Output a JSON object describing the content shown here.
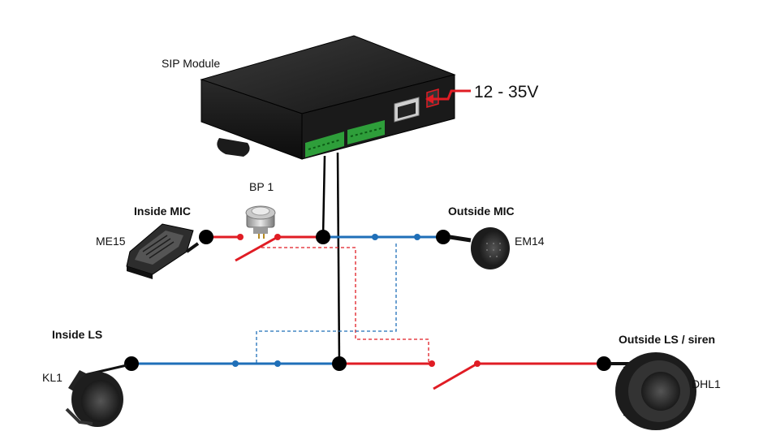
{
  "module": {
    "title": "SIP Module"
  },
  "power": {
    "label": "12 - 35V"
  },
  "button": {
    "label": "BP 1"
  },
  "inside_mic": {
    "title": "Inside MIC",
    "model": "ME15"
  },
  "outside_mic": {
    "title": "Outside MIC",
    "model": "EM14"
  },
  "inside_ls": {
    "title": "Inside LS",
    "model": "KL1"
  },
  "outside_ls": {
    "title": "Outside LS / siren",
    "model": "DHL1"
  },
  "colors": {
    "blue_line": "#1f6fb8",
    "red_line": "#e01c24",
    "node_black": "#000000",
    "device_dark": "#1e1e1e"
  },
  "icons": [
    "sip-module-box",
    "push-button-icon",
    "inside-mic-icon",
    "outside-mic-icon",
    "inside-speaker-icon",
    "siren-icon"
  ]
}
